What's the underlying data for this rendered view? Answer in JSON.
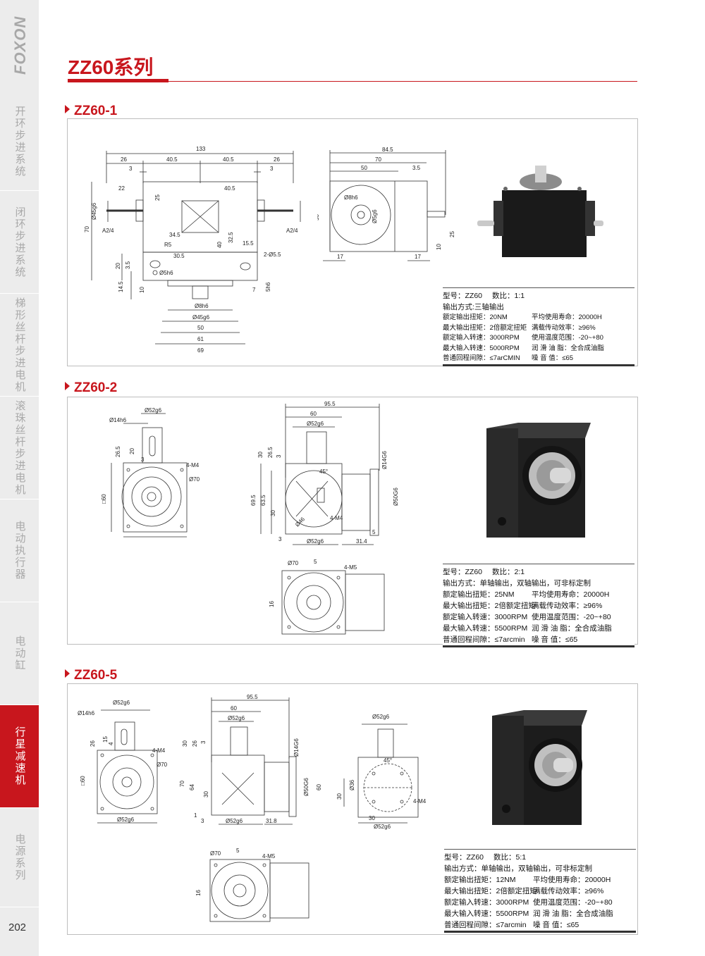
{
  "brand": "FOXON",
  "sidebar": {
    "items": [
      {
        "label": "开环步进系统",
        "active": false
      },
      {
        "label": "闭环步进系统",
        "active": false
      },
      {
        "label": "梯形丝杆步进电机",
        "active": false
      },
      {
        "label": "滚珠丝杆步进电机",
        "active": false
      },
      {
        "label": "电动执行器",
        "active": false
      },
      {
        "label": "电动缸",
        "active": false
      },
      {
        "label": "行星减速机",
        "active": true
      },
      {
        "label": "电源系列",
        "active": false
      }
    ]
  },
  "page_number": "202",
  "title": "ZZ60系列",
  "colors": {
    "accent": "#c8161d",
    "sidebar_bg": "#ececec"
  },
  "sections": [
    {
      "name": "ZZ60-1",
      "specs": {
        "header": [
          "型号：ZZ60",
          "数比：1:1"
        ],
        "output": "输出方式:三轴输出",
        "rows": [
          [
            "额定输出扭矩：20NM",
            "平均使用寿命：20000H"
          ],
          [
            "最大输出扭矩：2倍额定扭矩",
            "满载传动效率：≥96%"
          ],
          [
            "额定输入转速：3000RPM",
            "使用温度范围：-20~+80"
          ],
          [
            "最大输入转速：5000RPM",
            "润 滑 油 脂：全合成油脂"
          ],
          [
            "普通回程间隙：≤7arCMIN",
            "噪 音 值：≤65"
          ]
        ]
      },
      "dims": {
        "front": [
          "133",
          "26",
          "40.5",
          "40.5",
          "26",
          "3",
          "3",
          "22",
          "40.5",
          "Ø45g6",
          "70",
          "A2/4",
          "A2/4",
          "25",
          "34.5",
          "R5",
          "30.5",
          "40",
          "32.5",
          "15.5",
          "2-Ø5.5",
          "20",
          "3.5",
          "Ø5h6",
          "14.5",
          "10",
          "7",
          "5h6",
          "Ø8h6",
          "Ø45g6",
          "50",
          "61",
          "69"
        ],
        "side": [
          "84.5",
          "70",
          "50",
          "3.5",
          "Ø8h6",
          "Ø5g6",
          "50",
          "25",
          "10",
          "17",
          "17"
        ]
      }
    },
    {
      "name": "ZZ60-2",
      "specs": {
        "header": [
          "型号：ZZ60",
          "数比：2:1"
        ],
        "output": "输出方式：单轴输出，双轴输出，可非标定制",
        "rows": [
          [
            "额定输出扭矩：25NM",
            "平均使用寿命：20000H"
          ],
          [
            "最大输出扭矩：2倍额定扭矩",
            "满载传动效率：≥96%"
          ],
          [
            "额定输入转速：3000RPM",
            "使用温度范围：-20~+80"
          ],
          [
            "最大输入转速：5500RPM",
            "润 滑 油 脂：全合成油脂"
          ],
          [
            "普通回程间隙：≤7arcmin",
            "噪 音 值：≤65"
          ]
        ]
      },
      "dims": {
        "left": [
          "Ø52g6",
          "Ø14h6",
          "26.5",
          "20",
          "3",
          "4-M4",
          "Ø70",
          "□60"
        ],
        "mid": [
          "95.5",
          "60",
          "Ø52g6",
          "30",
          "26.5",
          "3",
          "Ø14G6",
          "45°",
          "69.5",
          "63.5",
          "30",
          "Ø50G6",
          "4-M4",
          "Ø46",
          "Ø52g6",
          "31.4",
          "5",
          "3"
        ],
        "bottom": [
          "Ø70",
          "5",
          "4-M5",
          "16"
        ]
      }
    },
    {
      "name": "ZZ60-5",
      "specs": {
        "header": [
          "型号：ZZ60",
          "数比：5:1"
        ],
        "output": "输出方式：单轴输出，双轴输出，可非标定制",
        "rows": [
          [
            "额定输出扭矩：12NM",
            "平均使用寿命：20000H"
          ],
          [
            "最大输出扭矩：2倍额定扭矩",
            "满载传动效率：≥96%"
          ],
          [
            "额定输入转速：3000RPM",
            "使用温度范围：-20~+80"
          ],
          [
            "最大输入转速：5500RPM",
            "润 滑 油 脂：全合成油脂"
          ],
          [
            "普通回程间隙：≤7arcmin",
            "噪 音 值：≤65"
          ]
        ]
      },
      "dims": {
        "left": [
          "Ø52g6",
          "Ø14h6",
          "26",
          "15",
          "4",
          "4-M4",
          "Ø70",
          "□60",
          "Ø52g6"
        ],
        "mid": [
          "95.5",
          "60",
          "Ø52g6",
          "30",
          "26",
          "3",
          "Ø14G6",
          "70",
          "64",
          "30",
          "Ø50G6",
          "60",
          "Ø52g6",
          "31.8",
          "1",
          "3"
        ],
        "right": [
          "Ø52g6",
          "45°",
          "Ø36",
          "30",
          "4-M4",
          "30",
          "Ø52g6"
        ],
        "bottom": [
          "Ø70",
          "5",
          "4-M5",
          "16"
        ]
      }
    }
  ]
}
